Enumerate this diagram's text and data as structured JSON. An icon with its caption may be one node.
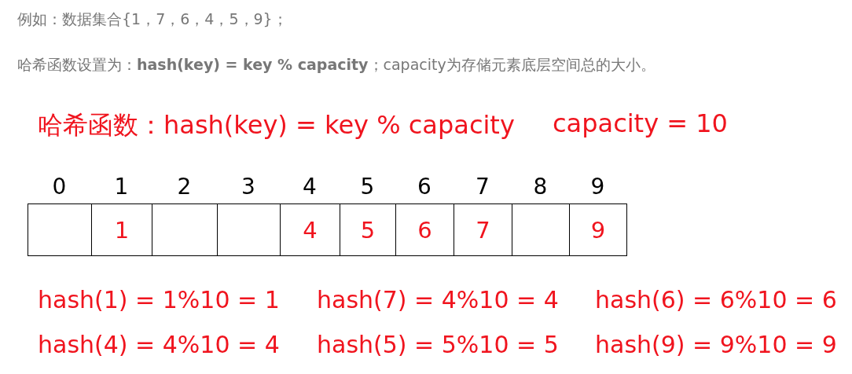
{
  "diagram": {
    "nodes": [
      {
        "text": [],
        "shape": "box",
        "beside": [
          "0"
        ]
      },
      {
        "text": [
          "1"
        ],
        "beside": [
          "1"
        ]
      },
      {
        "text": [],
        "shape": "box",
        "beside": [
          "2"
        ]
      },
      {
        "text": [],
        "shape": "box",
        "beside": [
          "3"
        ]
      },
      {
        "text": [
          "4"
        ],
        "beside": [
          "4"
        ]
      },
      {
        "text": [
          "5"
        ],
        "beside": [
          "5"
        ]
      },
      {
        "text": [
          "6"
        ],
        "beside": [
          "6"
        ]
      },
      {
        "text": [
          "7"
        ],
        "beside": [
          "7"
        ]
      },
      {
        "text": [],
        "shape": "box",
        "beside": [
          "8"
        ]
      },
      {
        "text": [
          "9"
        ],
        "beside": [
          "9"
        ]
      }
    ],
    "edges": [],
    "labels": [
      "例如：数据集合{1，7，6，4，5，9}；",
      "哈希函数设置为：**hash(key) = key % capacity**；capacity为存储元素底层空间总的大小。",
      "哈希函数：hash(key) = key % capacity",
      "capacity = 10",
      "hash(1) = 1%10 = 1",
      "hash(7) = 4%10 = 4",
      "hash(6) = 6%10 = 6",
      "hash(4) = 4%10 = 4",
      "hash(5) = 5%10 = 5",
      "hash(9) = 9%10 = 9"
    ]
  }
}
